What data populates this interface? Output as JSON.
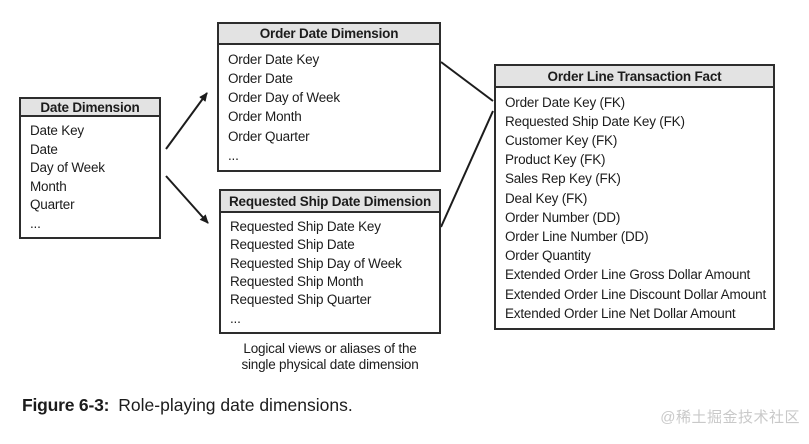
{
  "colors": {
    "ink": "#1c1c1c",
    "border": "#2d2d2d",
    "header_bg": "#e3e3e3",
    "watermark": "#c9c9c9",
    "paper": "#ffffff"
  },
  "diagram": {
    "tables": [
      {
        "title": "Date Dimension",
        "rows": [
          "Date Key",
          "Date",
          "Day of Week",
          "Month",
          "Quarter",
          "..."
        ]
      },
      {
        "title": "Order Date Dimension",
        "rows": [
          "Order Date Key",
          "Order Date",
          "Order Day of Week",
          "Order Month",
          "Order Quarter",
          "..."
        ]
      },
      {
        "title": "Requested Ship Date Dimension",
        "rows": [
          "Requested Ship Date Key",
          "Requested Ship Date",
          "Requested Ship Day of Week",
          "Requested Ship Month",
          "Requested Ship Quarter",
          "..."
        ]
      },
      {
        "title": "Order Line Transaction Fact",
        "rows": [
          "Order Date Key (FK)",
          "Requested Ship Date Key (FK)",
          "Customer Key (FK)",
          "Product Key (FK)",
          "Sales Rep Key (FK)",
          "Deal Key (FK)",
          "Order Number (DD)",
          "Order Line Number (DD)",
          "Order Quantity",
          "Extended Order Line Gross Dollar Amount",
          "Extended Order Line Discount Dollar Amount",
          "Extended Order Line Net Dollar Amount"
        ]
      }
    ],
    "note": {
      "line1": "Logical views or aliases of the",
      "line2": "single physical date dimension"
    }
  },
  "caption": {
    "label": "Figure 6-3:",
    "text": "Role-playing date dimensions."
  },
  "watermark": "@稀土掘金技术社区"
}
